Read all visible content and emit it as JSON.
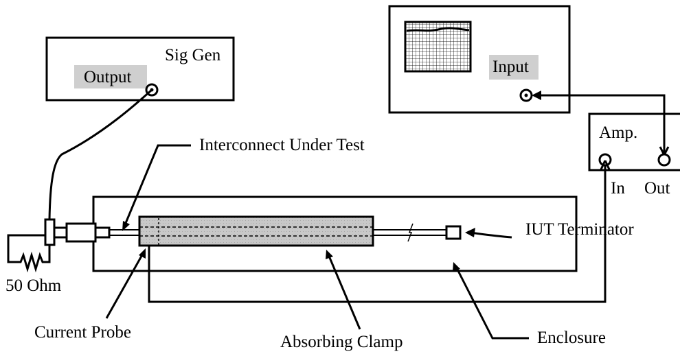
{
  "signal_generator": {
    "title": "Sig Gen",
    "port_label": "Output"
  },
  "receiver": {
    "port_label": "Input"
  },
  "amplifier": {
    "title": "Amp.",
    "in_label": "In",
    "out_label": "Out"
  },
  "labels": {
    "interconnect": "Interconnect Under Test",
    "terminator": "IUT Terminator",
    "load": "50 Ohm",
    "current_probe": "Current Probe",
    "absorbing_clamp": "Absorbing Clamp",
    "enclosure": "Enclosure"
  }
}
